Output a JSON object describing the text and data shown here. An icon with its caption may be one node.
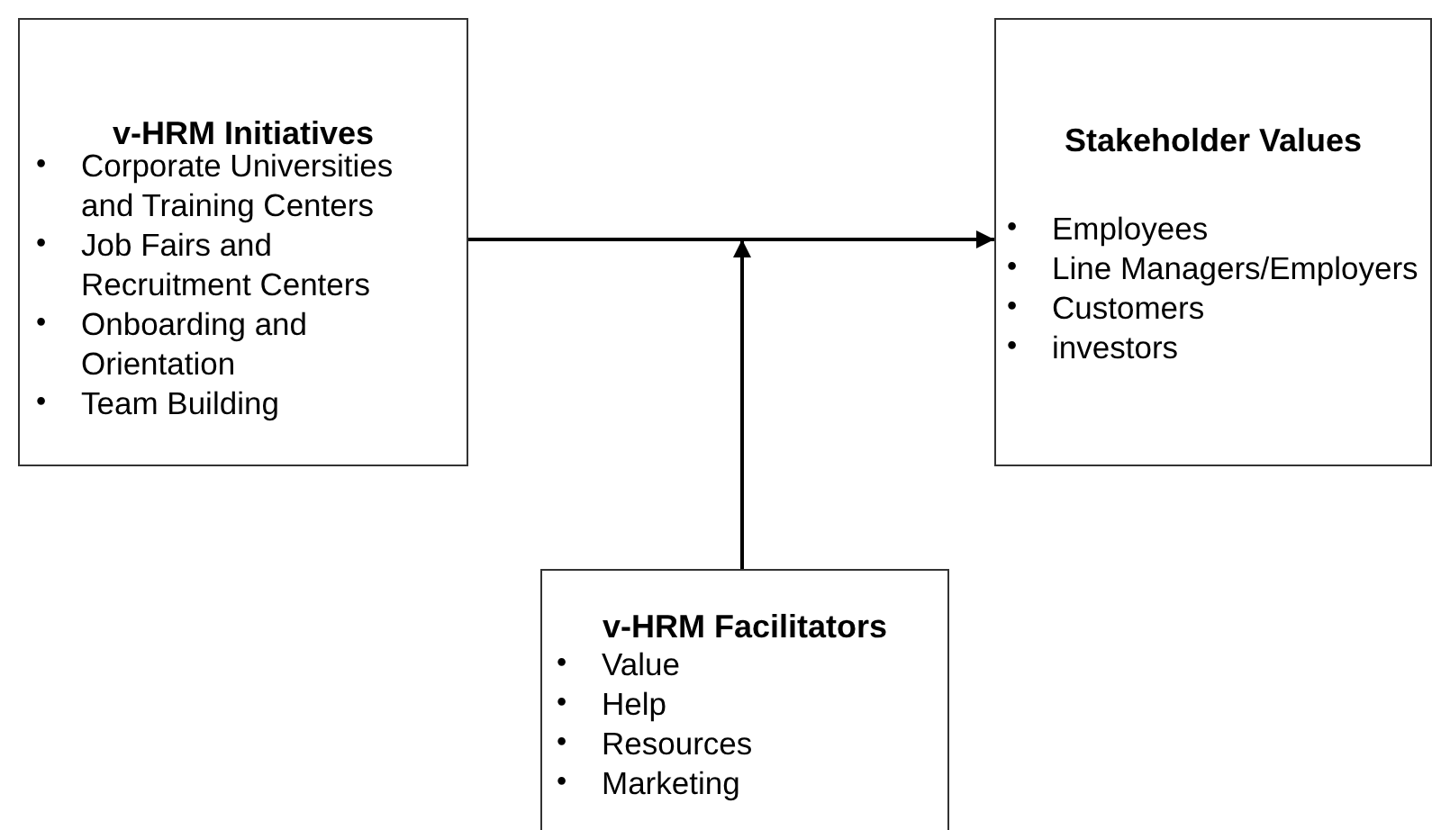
{
  "diagram": {
    "nodes": [
      {
        "text": [
          "v-HRM Initiatives",
          "Corporate Universities and Training Centers",
          "Job Fairs and Recruitment Centers",
          "Onboarding and Orientation",
          "Team Building"
        ]
      },
      {
        "text": [
          "Stakeholder Values",
          "Employees",
          "Line Managers/Employers",
          "Customers",
          "investors"
        ]
      },
      {
        "text": [
          "v-HRM Facilitators",
          "Value",
          "Help",
          "Resources",
          "Marketing"
        ]
      }
    ],
    "edges": [
      {
        "from": 0,
        "to": 1,
        "arrow": "to"
      },
      {
        "from": 2,
        "to": null,
        "arrow": "to"
      }
    ],
    "labels": [
      "•",
      "•",
      "•",
      "•",
      "•",
      "•",
      "•",
      "•",
      "•",
      "•",
      "•",
      "•"
    ]
  }
}
